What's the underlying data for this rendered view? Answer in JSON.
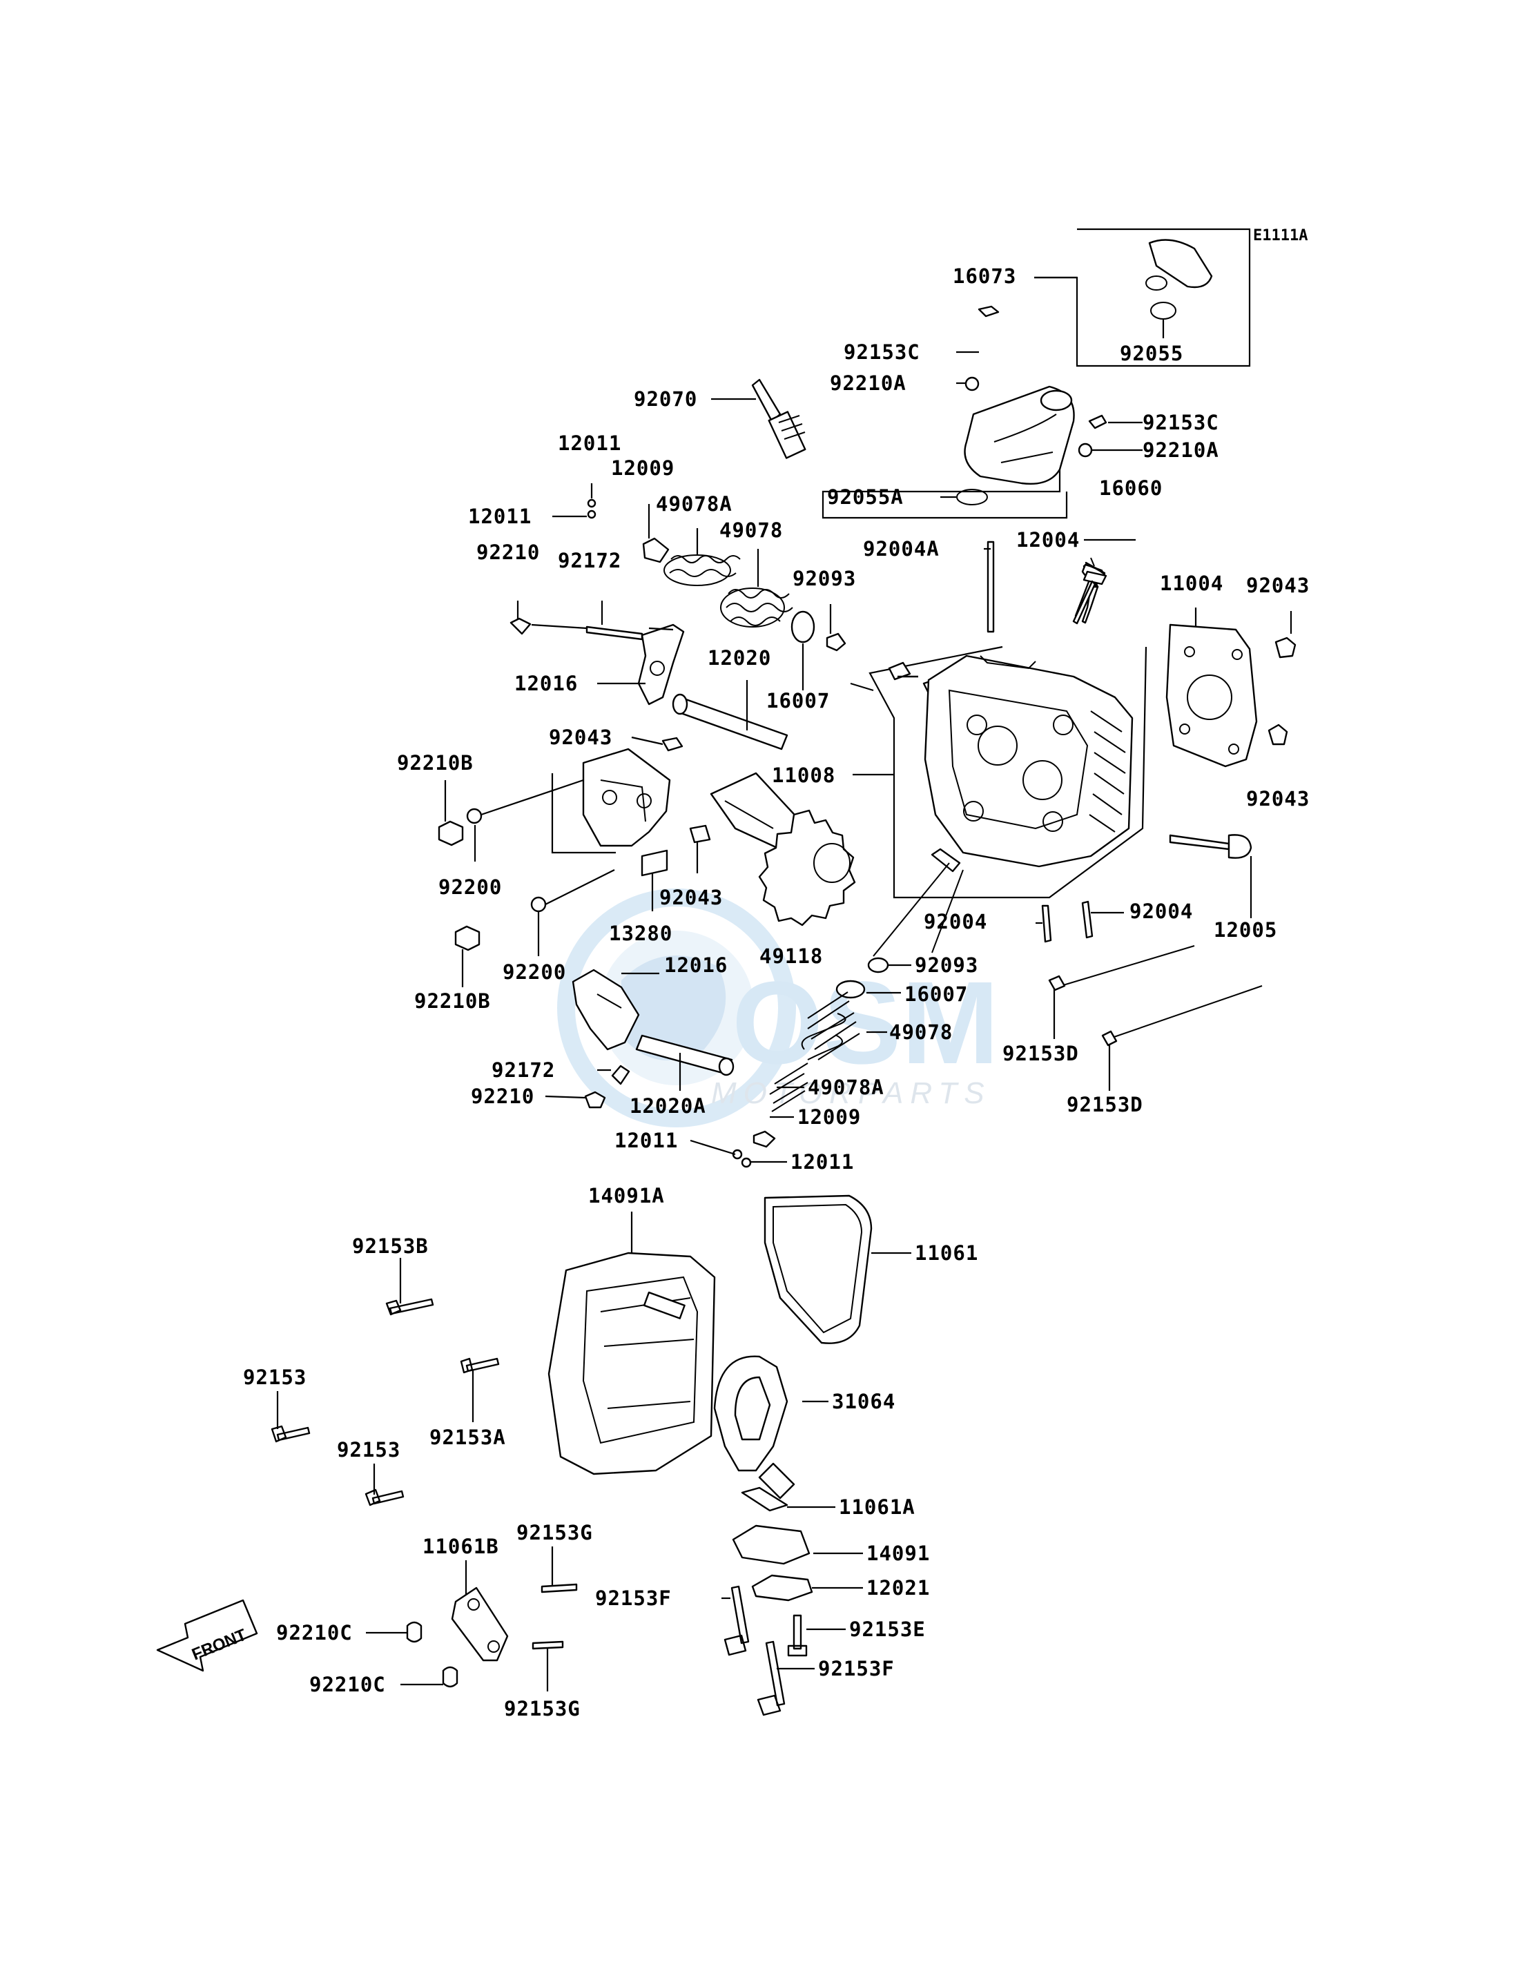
{
  "diagram_ref": "E1111A",
  "watermark": {
    "brand": "OSM",
    "sub": "MOTORPARTS"
  },
  "direction_label": "FRONT",
  "labels": {
    "l16073": "16073",
    "l92055": "92055",
    "l92153C_a": "92153C",
    "l92210A_a": "92210A",
    "l92153C_b": "92153C",
    "l92210A_b": "92210A",
    "l92055A": "92055A",
    "l16060": "16060",
    "l92070": "92070",
    "l12011_a": "12011",
    "l12009_a": "12009",
    "l12011_b": "12011",
    "l49078A_a": "49078A",
    "l49078_a": "49078",
    "l92004A": "92004A",
    "l12004": "12004",
    "l92093_a": "92093",
    "l11004": "11004",
    "l92043_a": "92043",
    "l92210_a": "92210",
    "l92172_a": "92172",
    "l12016_a": "12016",
    "l12020": "12020",
    "l16007_a": "16007",
    "l92043_b": "92043",
    "l11008": "11008",
    "l92210B_a": "92210B",
    "l92043_c": "92043",
    "l92200_a": "92200",
    "l92043_d": "92043",
    "l13280": "13280",
    "l12016_b": "12016",
    "l92200_b": "92200",
    "l92210B_b": "92210B",
    "l49118": "49118",
    "l92004_a": "92004",
    "l92004_b": "92004",
    "l12005": "12005",
    "l92093_b": "92093",
    "l16007_b": "16007",
    "l49078_b": "49078",
    "l92153D_a": "92153D",
    "l92172_b": "92172",
    "l92210_b": "92210",
    "l12020A": "12020A",
    "l49078A_b": "49078A",
    "l12009_b": "12009",
    "l12011_c": "12011",
    "l12011_d": "12011",
    "l92153D_b": "92153D",
    "l14091A": "14091A",
    "l11061": "11061",
    "l92153B": "92153B",
    "l92153_a": "92153",
    "l92153A": "92153A",
    "l31064": "31064",
    "l92153_b": "92153",
    "l11061A": "11061A",
    "l11061B": "11061B",
    "l92153G_a": "92153G",
    "l14091": "14091",
    "l92153F_a": "92153F",
    "l12021": "12021",
    "l92210C_a": "92210C",
    "l92153E": "92153E",
    "l92210C_b": "92210C",
    "l92153F_b": "92153F",
    "l92153G_b": "92153G"
  }
}
